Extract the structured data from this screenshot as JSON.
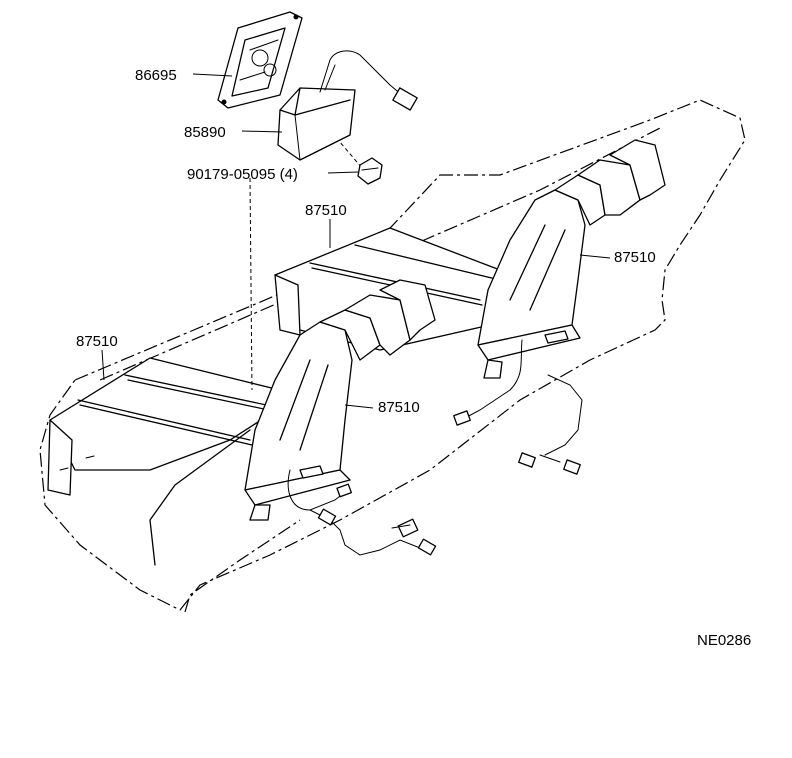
{
  "labels": {
    "part_86695": "86695",
    "part_85890": "85890",
    "part_90179": "90179-05095 (4)",
    "heater_top": "87510",
    "heater_left": "87510",
    "heater_right": "87510",
    "heater_center": "87510",
    "diagram_code": "NE0286"
  }
}
